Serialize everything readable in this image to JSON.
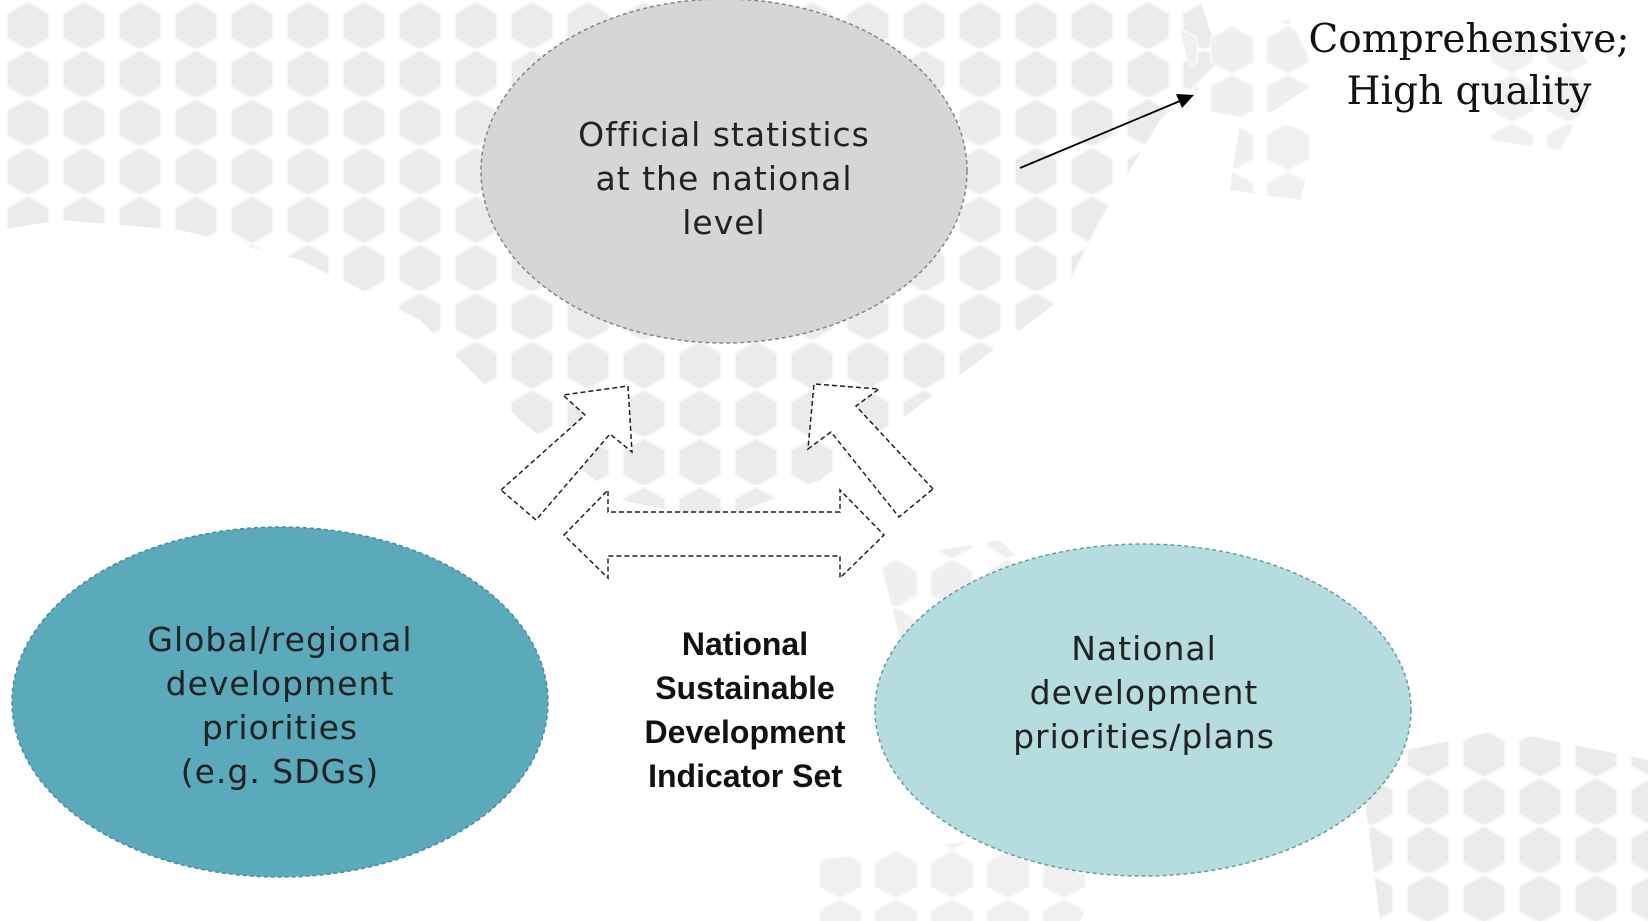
{
  "diagram": {
    "top_node": {
      "lines": [
        "Official statistics",
        "at the national",
        "level"
      ]
    },
    "left_node": {
      "lines": [
        "Global/regional",
        "development",
        "priorities",
        "(e.g. SDGs)"
      ]
    },
    "right_node": {
      "lines": [
        "National",
        "development",
        "priorities/plans"
      ]
    },
    "center_label": {
      "lines": [
        "National",
        "Sustainable",
        "Development",
        "Indicator Set"
      ]
    },
    "quality_label": {
      "lines": [
        "Comprehensive;",
        "High quality"
      ]
    },
    "colors": {
      "top_fill": "#d6d6d6",
      "left_fill": "#5aaabb",
      "right_fill": "#b5dde0",
      "hex_pattern": "#ececec"
    }
  }
}
